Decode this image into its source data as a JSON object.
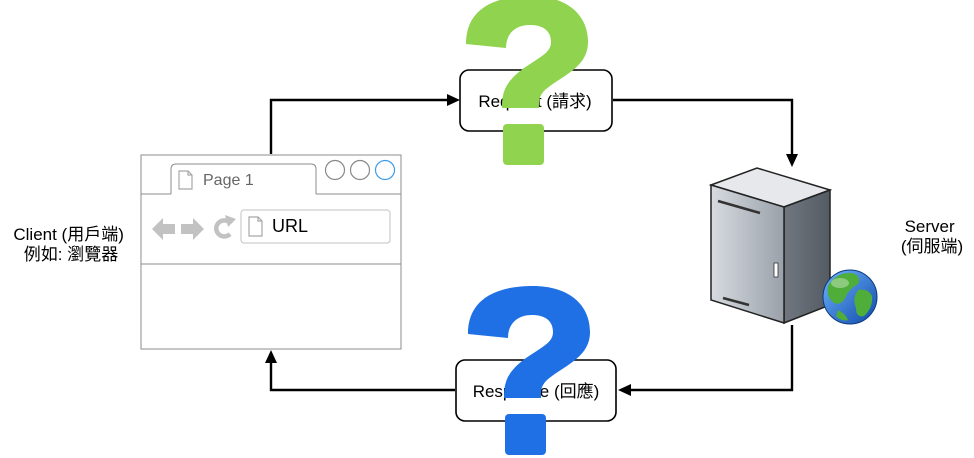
{
  "client": {
    "label_line1": "Client (用戶端)",
    "label_line2": "例如: 瀏覽器"
  },
  "server": {
    "label_line1": "Server",
    "label_line2": "(伺服端)"
  },
  "request": {
    "label": "Request (請求)"
  },
  "response": {
    "label": "Response (回應)"
  },
  "browser": {
    "tab_label": "Page 1",
    "url_label": "URL"
  },
  "icons": {
    "request_question": "question-mark-icon",
    "response_question": "question-mark-icon",
    "server": "server-tower-icon",
    "globe": "globe-icon"
  },
  "colors": {
    "request_question": "#8fd34f",
    "response_question": "#1f6fe5",
    "line": "#000000"
  }
}
